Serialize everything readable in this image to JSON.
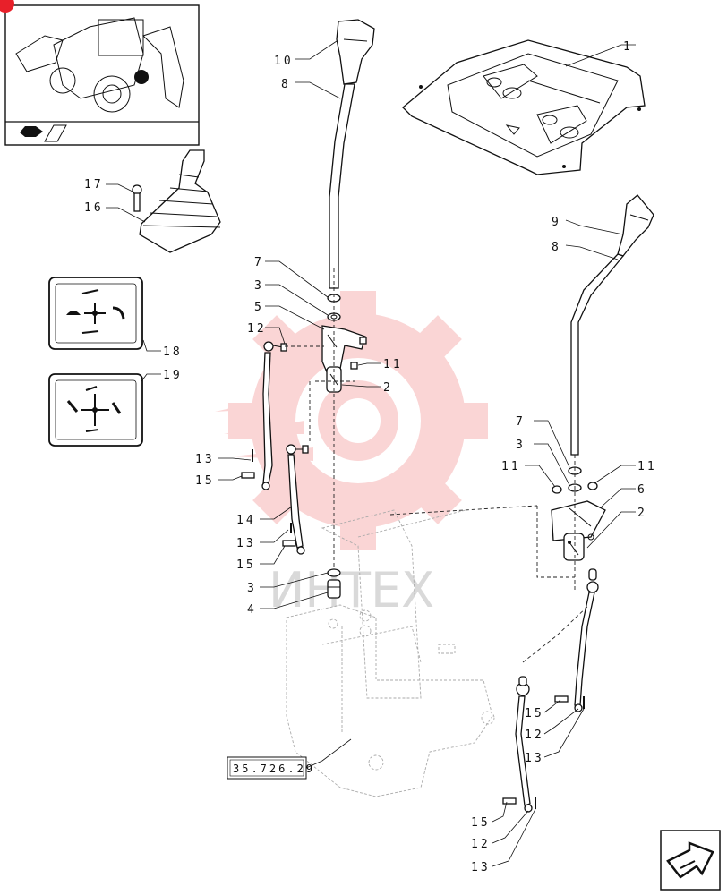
{
  "watermark": {
    "text": "ИНТЕХ",
    "color": "#f2a0a0"
  },
  "reference_box": {
    "label": "35.726.29"
  },
  "callouts": [
    {
      "id": "c1",
      "label": "1"
    },
    {
      "id": "c10",
      "label": "10"
    },
    {
      "id": "c8a",
      "label": "8"
    },
    {
      "id": "c9",
      "label": "9"
    },
    {
      "id": "c8b",
      "label": "8"
    },
    {
      "id": "c17",
      "label": "17"
    },
    {
      "id": "c16",
      "label": "16"
    },
    {
      "id": "c7a",
      "label": "7"
    },
    {
      "id": "c3a",
      "label": "3"
    },
    {
      "id": "c5",
      "label": "5"
    },
    {
      "id": "c12a",
      "label": "12"
    },
    {
      "id": "c11a",
      "label": "11"
    },
    {
      "id": "c2a",
      "label": "2"
    },
    {
      "id": "c18",
      "label": "18"
    },
    {
      "id": "c19",
      "label": "19"
    },
    {
      "id": "c13a",
      "label": "13"
    },
    {
      "id": "c15a",
      "label": "15"
    },
    {
      "id": "c14",
      "label": "14"
    },
    {
      "id": "c13b",
      "label": "13"
    },
    {
      "id": "c15b",
      "label": "15"
    },
    {
      "id": "c3b",
      "label": "3"
    },
    {
      "id": "c4",
      "label": "4"
    },
    {
      "id": "c7b",
      "label": "7"
    },
    {
      "id": "c3c",
      "label": "3"
    },
    {
      "id": "c11b",
      "label": "11"
    },
    {
      "id": "c11c",
      "label": "11"
    },
    {
      "id": "c6",
      "label": "6"
    },
    {
      "id": "c2b",
      "label": "2"
    },
    {
      "id": "c15c",
      "label": "15"
    },
    {
      "id": "c12b",
      "label": "12"
    },
    {
      "id": "c13c",
      "label": "13"
    },
    {
      "id": "c15d",
      "label": "15"
    },
    {
      "id": "c12c",
      "label": "12"
    },
    {
      "id": "c13d",
      "label": "13"
    }
  ],
  "icons": {
    "thumbnail": "backhoe-loader-thumbnail-icon",
    "model_badge": "model-badge-icon",
    "next_page": "next-page-arrow-icon",
    "decal_18": "loader-control-decal-icon",
    "decal_19": "backhoe-control-decal-icon"
  },
  "colors": {
    "ink": "#111111",
    "watermark_gear": "#f6b4b4",
    "badge_red": "#e8202a"
  }
}
